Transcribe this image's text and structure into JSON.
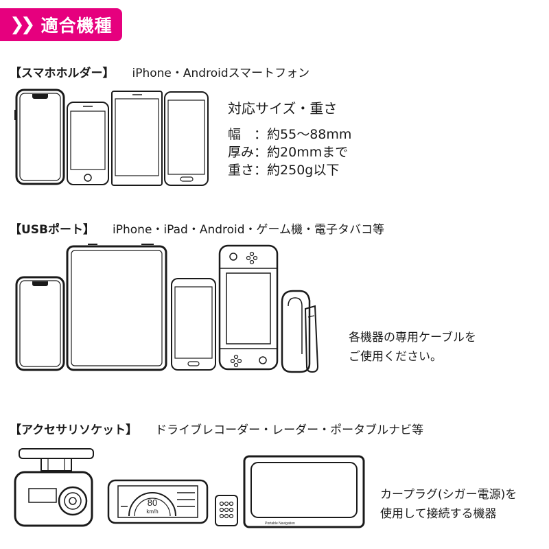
{
  "banner": {
    "label": "適合機種",
    "icon": "double-chevron-right-icon",
    "color": "#e6007e"
  },
  "sections": [
    {
      "tag": "【スマホホルダー】",
      "desc": "iPhone・Androidスマートフォン"
    },
    {
      "tag": "【USBポート】",
      "desc": "iPhone・iPad・Android・ゲーム機・電子タバコ等"
    },
    {
      "tag": "【アクセサリソケット】",
      "desc": "ドライブレコーダー・レーダー・ポータブルナビ等"
    }
  ],
  "spec": {
    "title": "対応サイズ・重さ",
    "rows": [
      {
        "label": "幅　：",
        "value": "約55〜88mm"
      },
      {
        "label": "厚み：",
        "value": "約20mmまで"
      },
      {
        "label": "重さ：",
        "value": "約250g以下"
      }
    ]
  },
  "usb_note": [
    "各機器の専用ケーブルを",
    "ご使用ください。"
  ],
  "socket_note": [
    "カープラグ(シガー電源)を",
    "使用して接続する機器"
  ],
  "radar": {
    "speed": "80",
    "unit": "km/h"
  },
  "navi": {
    "label": "Portable Navigation"
  }
}
